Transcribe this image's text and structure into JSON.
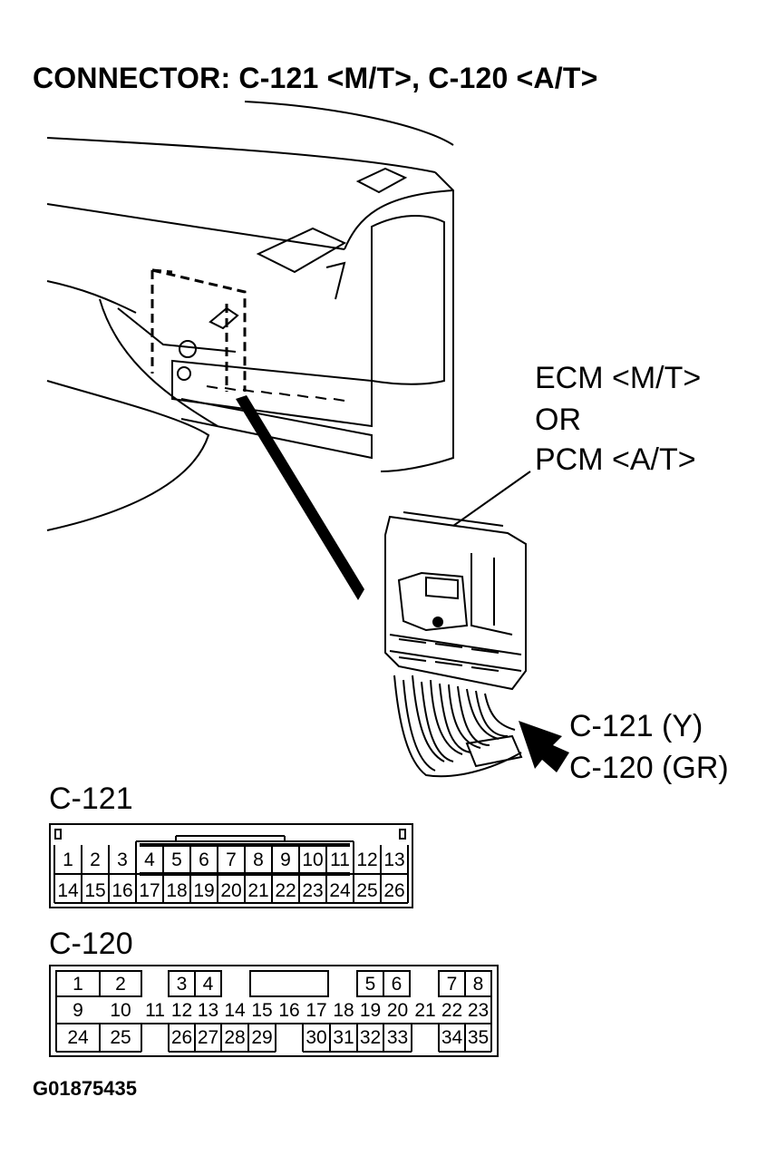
{
  "title": "CONNECTOR: C-121 <M/T>, C-120 <A/T>",
  "callout": {
    "line1": "ECM <M/T>",
    "line2": "OR",
    "line3": "PCM <A/T>"
  },
  "connector_labels": {
    "line1": "C-121 (Y)",
    "line2": "C-120 (GR)"
  },
  "c121": {
    "name": "C-121",
    "row1": [
      "1",
      "2",
      "3",
      "4",
      "5",
      "6",
      "7",
      "8",
      "9",
      "10",
      "11",
      "12",
      "13"
    ],
    "row2": [
      "14",
      "15",
      "16",
      "17",
      "18",
      "19",
      "20",
      "21",
      "22",
      "23",
      "24",
      "25",
      "26"
    ]
  },
  "c120": {
    "name": "C-120",
    "row1": [
      "1",
      "2",
      "",
      "3",
      "4",
      "",
      "",
      "",
      "",
      "5",
      "6",
      "",
      "7",
      "8"
    ],
    "row2": [
      "9",
      "10",
      "11",
      "12",
      "13",
      "14",
      "15",
      "16",
      "17",
      "18",
      "19",
      "20",
      "21",
      "22",
      "23"
    ],
    "row3": [
      "24",
      "25",
      "",
      "26",
      "27",
      "28",
      "29",
      "",
      "30",
      "31",
      "32",
      "33",
      "",
      "34",
      "35"
    ]
  },
  "figure_id": "G01875435"
}
